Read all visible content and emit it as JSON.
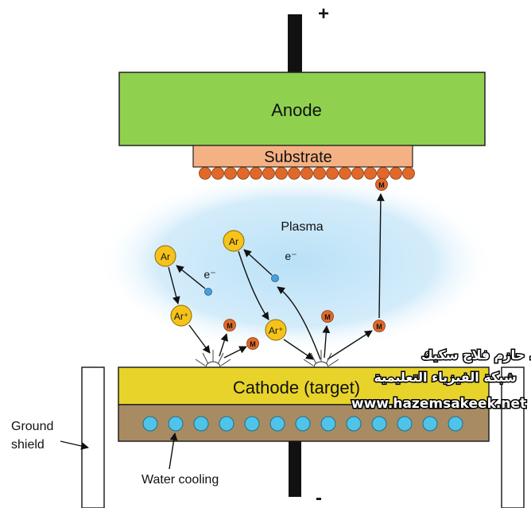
{
  "labels": {
    "plus": "+",
    "minus": "-",
    "anode": "Anode",
    "substrate": "Substrate",
    "plasma": "Plasma",
    "cathode": "Cathode (target)",
    "ground_1": "Ground",
    "ground_2": "shield",
    "water": "Water cooling",
    "electron": "e⁻",
    "ar": "Ar",
    "ar_ion": "Ar⁺",
    "metal": "M"
  },
  "watermark": {
    "line1": "د. حازم فلاح سكيك",
    "line2": "شبكة الفيزياء التعليمية",
    "url": "www.hazemsakeek.net"
  },
  "colors": {
    "anode": "#8fd14f",
    "substrate": "#f4b183",
    "cathode": "#e8d32a",
    "water_block": "#a88b63",
    "water_bubble": "#4fc3e8",
    "plasma": "#bfe4f8",
    "ar_atom": "#f6c31a",
    "metal_atom": "#e0692a",
    "electron": "#4a9fd8",
    "electrode": "#111111"
  }
}
